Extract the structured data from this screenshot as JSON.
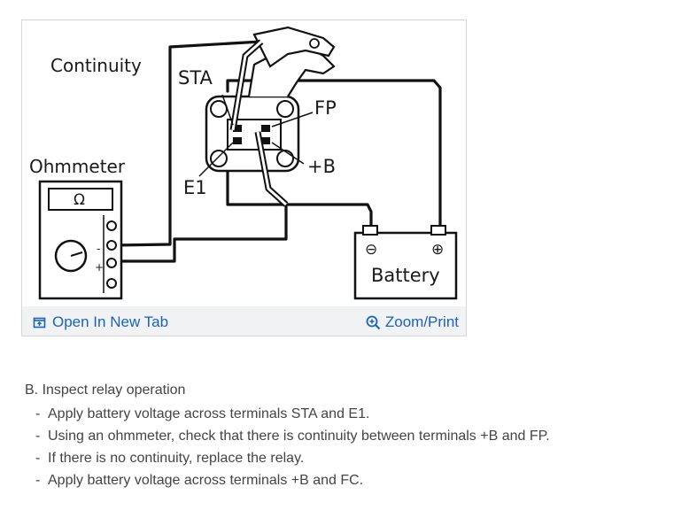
{
  "diagram": {
    "labels": {
      "continuity": "Continuity",
      "sta": "STA",
      "fp": "FP",
      "plus_b": "+B",
      "e1": "E1",
      "ohmmeter": "Ohmmeter",
      "ohm_symbol": "Ω",
      "battery": "Battery",
      "minus": "⊖",
      "plus": "⊕",
      "meter_minus": "-",
      "meter_plus": "+"
    }
  },
  "footer": {
    "open_label": "Open In New Tab",
    "zoom_label": "Zoom/Print",
    "link_color": "#1a63b8"
  },
  "instructions": {
    "heading": "B. Inspect relay operation",
    "steps": [
      "Apply battery voltage across terminals STA and E1.",
      "Using an ohmmeter, check that there is continuity between terminals +B and FP.",
      "If there is no continuity, replace the relay.",
      "Apply battery voltage across terminals +B and FC."
    ]
  }
}
